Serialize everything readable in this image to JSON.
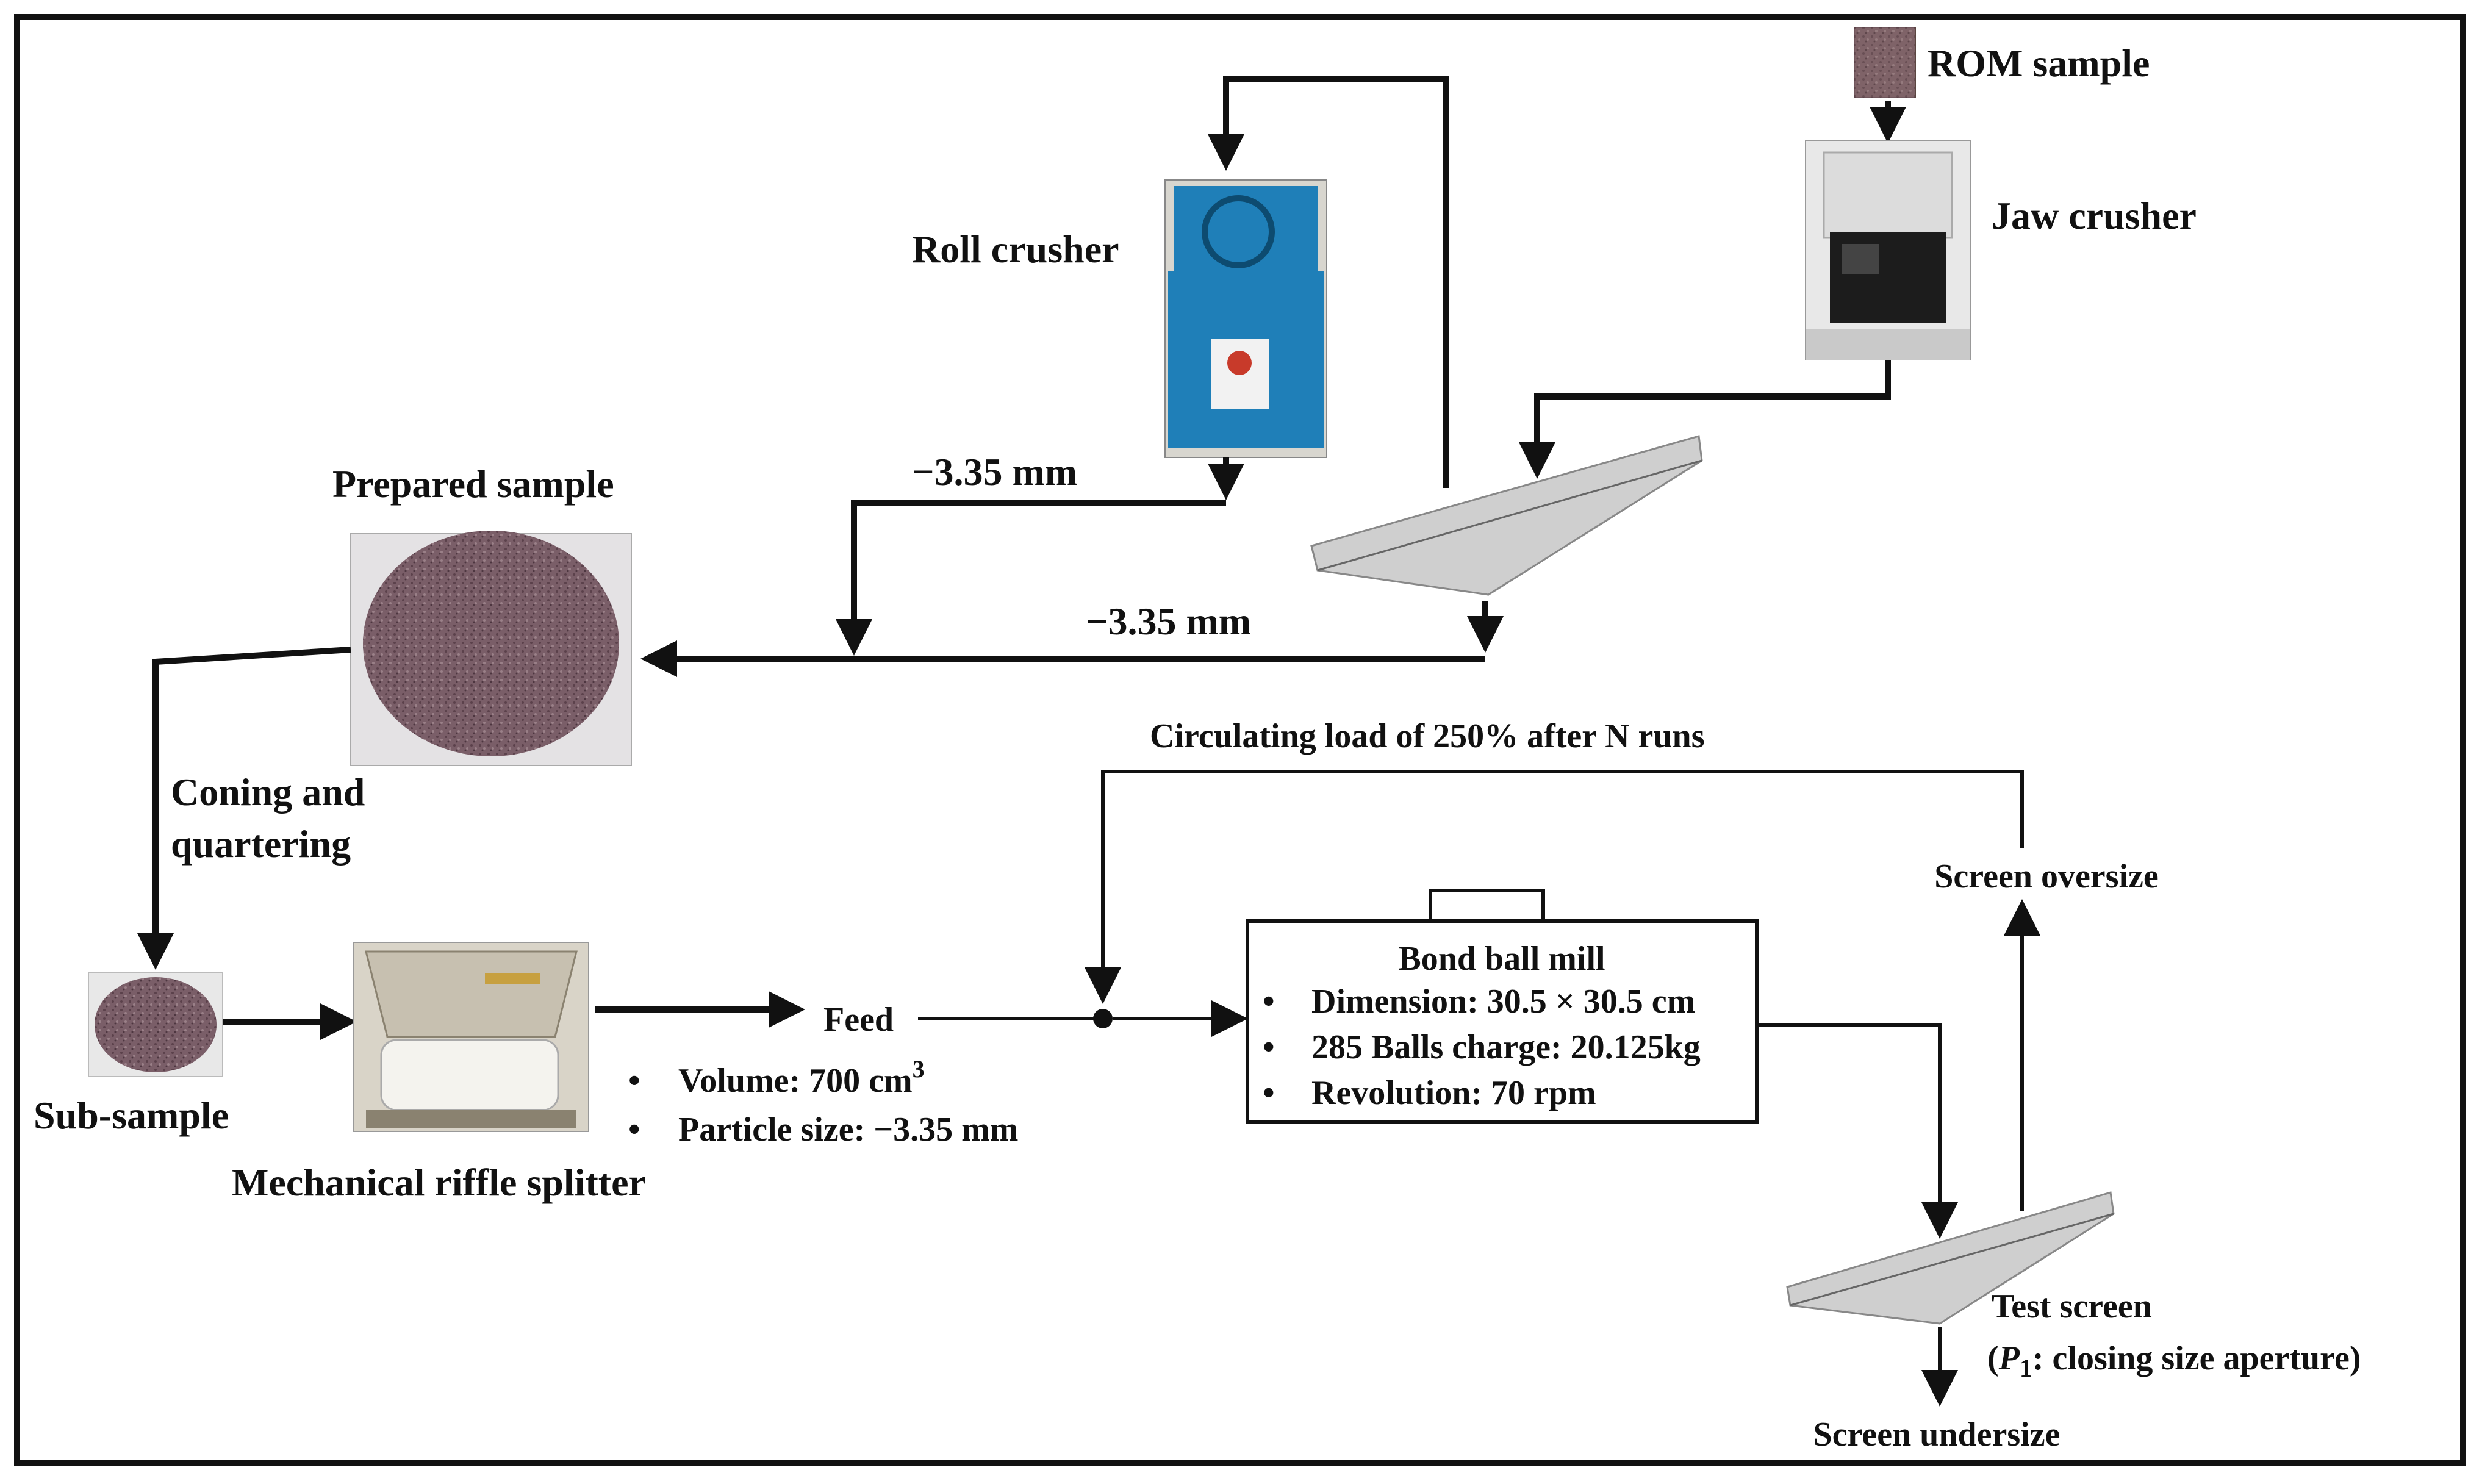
{
  "labels": {
    "rom_sample": "ROM sample",
    "jaw_crusher": "Jaw crusher",
    "roll_crusher": "Roll crusher",
    "minus_top": "−3.35 mm",
    "minus_mid": "−3.35 mm",
    "prepared_sample": "Prepared sample",
    "coning_1": "Coning and",
    "coning_2": "quartering",
    "sub_sample": "Sub-sample",
    "riffle_splitter": "Mechanical riffle splitter",
    "feed": "Feed",
    "volume_prefix": "Volume: 700 cm",
    "volume_sup": "3",
    "particle_size": "Particle size: −3.35 mm",
    "circulating_load": "Circulating load of 250% after N runs",
    "screen_oversize": "Screen oversize",
    "test_screen": "Test screen",
    "test_screen_open": "(",
    "p_symbol": "P",
    "p_sub": "1",
    "closing_size": ": closing size aperture)",
    "screen_undersize": "Screen undersize",
    "bullet": "•"
  },
  "ball_mill": {
    "title": "Bond ball mill",
    "items": [
      "Dimension: 30.5 × 30.5 cm",
      "285 Balls charge: 20.125kg",
      "Revolution: 70 rpm"
    ]
  },
  "colors": {
    "line": "#111111",
    "screen_fill": "#cfcfcf",
    "crusher_blue": "#1f7fb8",
    "sample_color": "#6e5560",
    "border": "#111111"
  }
}
